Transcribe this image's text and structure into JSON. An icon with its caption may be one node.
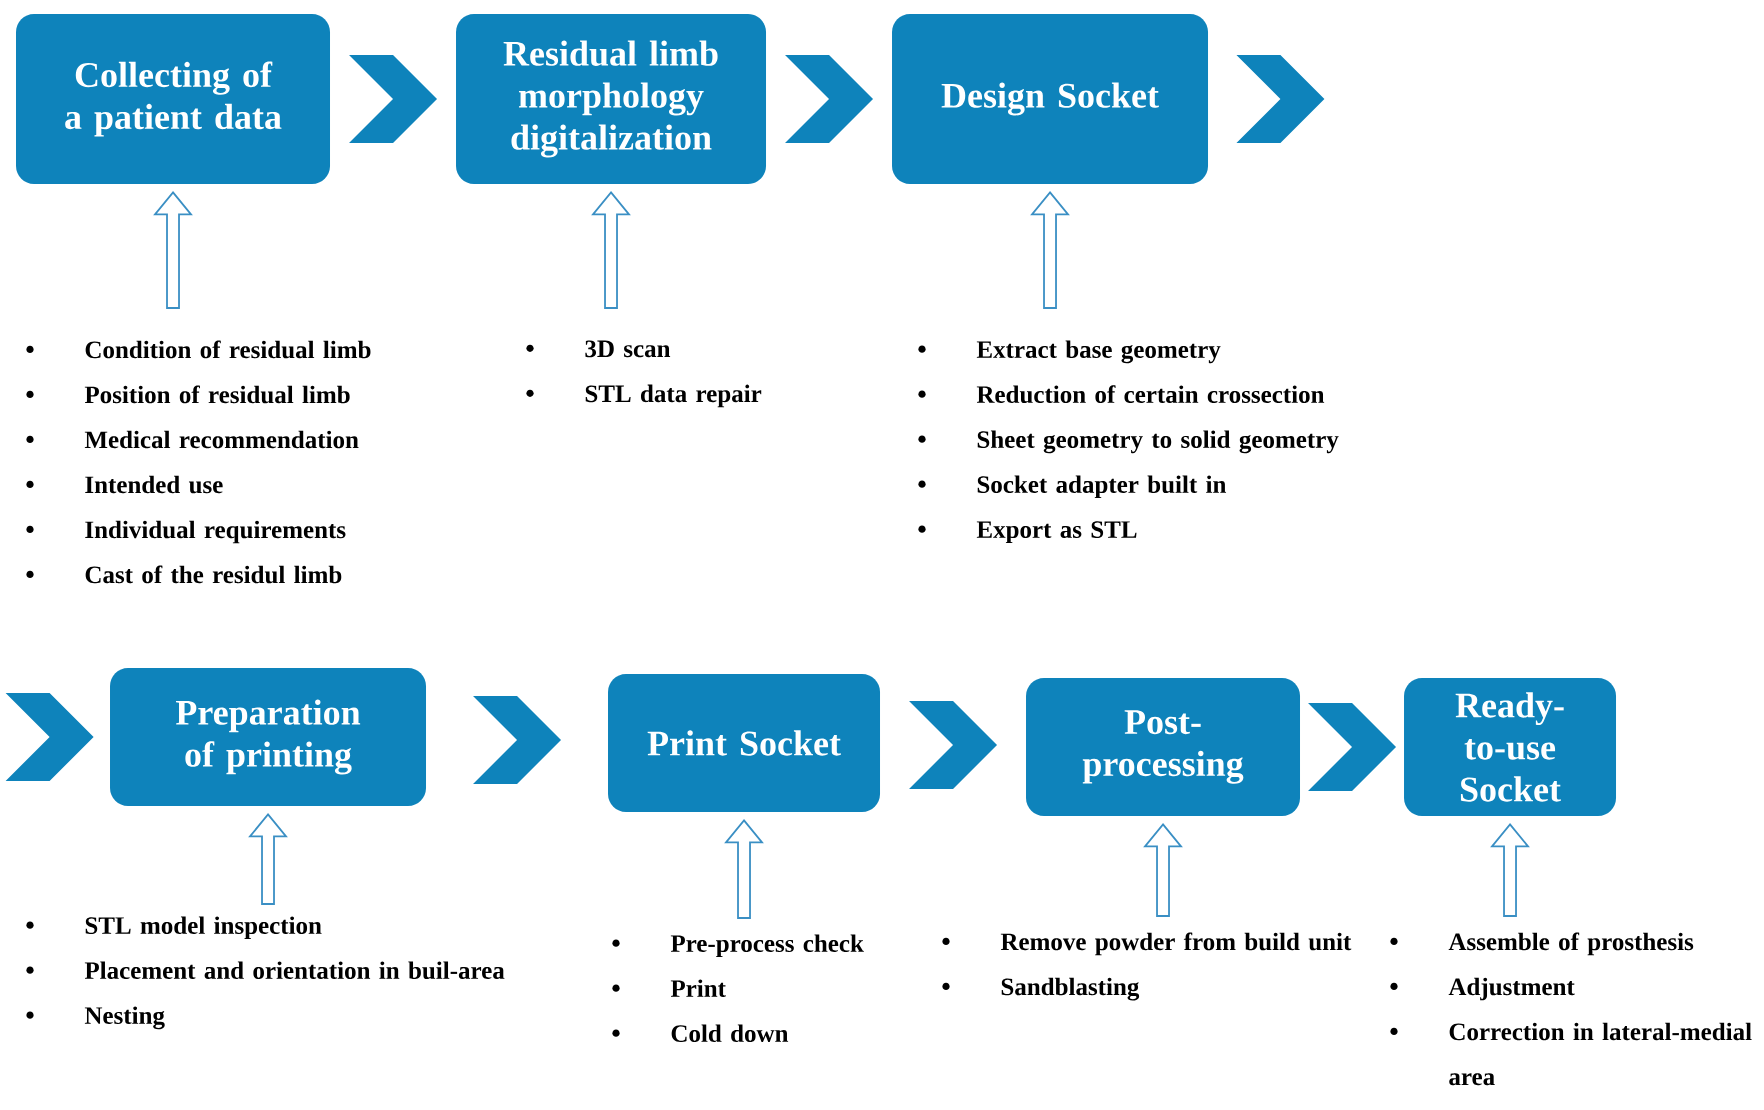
{
  "diagram": {
    "nodes": [
      {
        "text": [
          "Collecting of a patient data"
        ]
      },
      {
        "text": [
          "Residual limb morphology digitalization"
        ]
      },
      {
        "text": [
          "Design Socket"
        ]
      },
      {
        "text": [
          "Condition of residual limb",
          "Position of residual limb",
          "Medical recommendation",
          "Intended use",
          "Individual requirements",
          "Cast of the residul limb"
        ]
      },
      {
        "text": [
          "3D scan",
          "STL data repair"
        ]
      },
      {
        "text": [
          "Extract base geometry",
          "Reduction of certain crossection",
          "Sheet geometry to solid geometry",
          "Socket adapter built in",
          "Export as STL"
        ]
      },
      {
        "text": [
          "Preparation of printing"
        ]
      },
      {
        "text": [
          "Print Socket"
        ]
      },
      {
        "text": [
          "Post-processing"
        ]
      },
      {
        "text": [
          "Ready-to-use Socket"
        ]
      },
      {
        "text": [
          "STL model inspection",
          "Placement and orientation in buil-area",
          "Nesting"
        ]
      },
      {
        "text": [
          "Pre-process check",
          "Print",
          "Cold down"
        ]
      },
      {
        "text": [
          "Remove powder from build unit",
          "Sandblasting"
        ]
      },
      {
        "text": [
          "Assemble of prosthesis",
          "Adjustment",
          "Correction in lateral-medial area"
        ]
      }
    ],
    "edges": [
      {
        "from": 0,
        "to": 1,
        "arrow": "to",
        "style": "thick"
      },
      {
        "from": 1,
        "to": 2,
        "arrow": "to",
        "style": "thick"
      },
      {
        "from": 2,
        "to": null,
        "arrow": "to",
        "style": "thick"
      },
      {
        "from": null,
        "to": 6,
        "arrow": "to",
        "style": "thick"
      },
      {
        "from": 6,
        "to": 7,
        "arrow": "to",
        "style": "thick"
      },
      {
        "from": 7,
        "to": 8,
        "arrow": "to",
        "style": "thick"
      },
      {
        "from": 8,
        "to": 9,
        "arrow": "to",
        "style": "thick"
      },
      {
        "from": 3,
        "to": 0,
        "arrow": "to"
      },
      {
        "from": 4,
        "to": 1,
        "arrow": "to"
      },
      {
        "from": 5,
        "to": 2,
        "arrow": "to"
      },
      {
        "from": 10,
        "to": 6,
        "arrow": "to"
      },
      {
        "from": 11,
        "to": 7,
        "arrow": "to"
      },
      {
        "from": 12,
        "to": 8,
        "arrow": "to"
      },
      {
        "from": 13,
        "to": 9,
        "arrow": "to"
      }
    ]
  }
}
